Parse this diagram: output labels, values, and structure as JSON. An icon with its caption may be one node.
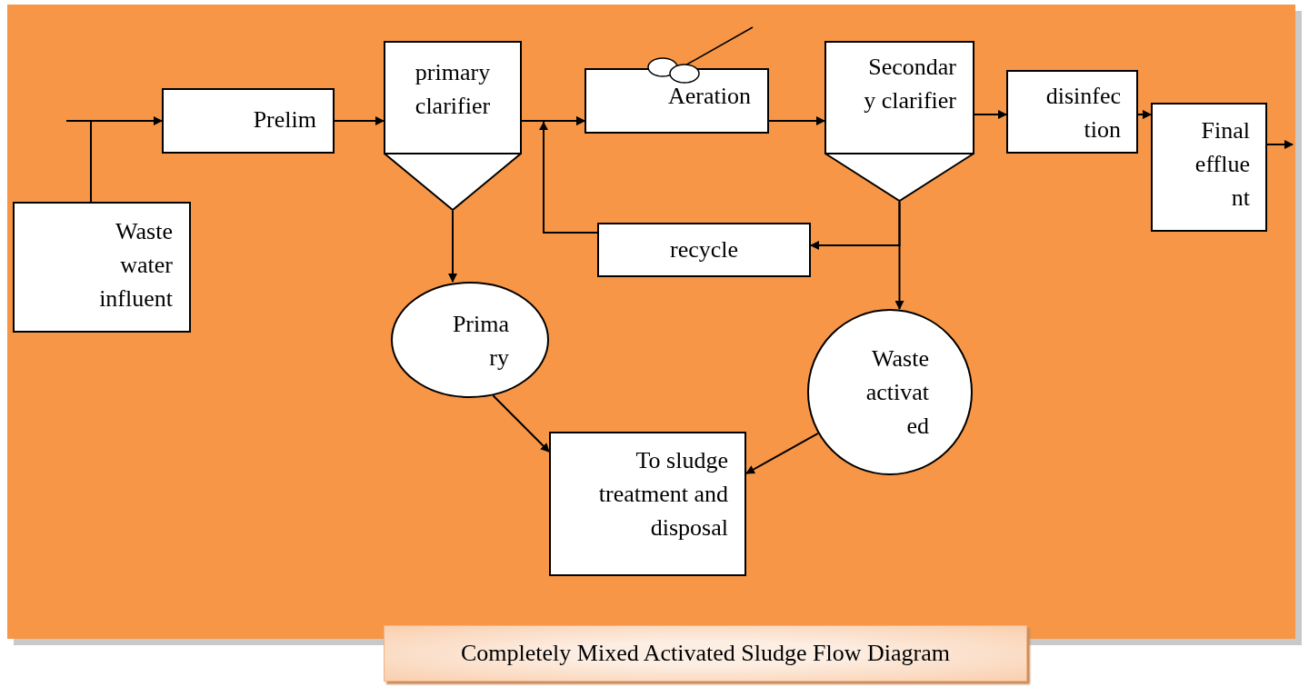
{
  "diagram": {
    "caption": "Completely Mixed Activated Sludge Flow Diagram",
    "nodes": [
      {
        "text": [
          "Waste water influent"
        ]
      },
      {
        "text": [
          "Prelim"
        ]
      },
      {
        "text": [
          "primary clarifier"
        ]
      },
      {
        "text": [
          "Aeration"
        ]
      },
      {
        "text": [
          "Secondar y clarifier"
        ]
      },
      {
        "text": [
          "disinfec tion"
        ]
      },
      {
        "text": [
          "Final efflue nt"
        ]
      },
      {
        "text": [
          "recycle"
        ]
      },
      {
        "text": [
          "Prima ry"
        ]
      },
      {
        "text": [
          "Waste activat ed"
        ]
      },
      {
        "text": [
          "To sludge treatment and disposal"
        ]
      }
    ],
    "edges": [
      {
        "from": 0,
        "to": 1,
        "arrow": "to"
      },
      {
        "from": 1,
        "to": 2,
        "arrow": "to"
      },
      {
        "from": 2,
        "to": 3,
        "arrow": "to"
      },
      {
        "from": 3,
        "to": 4,
        "arrow": "to"
      },
      {
        "from": 4,
        "to": 5,
        "arrow": "to"
      },
      {
        "from": 5,
        "to": 6,
        "arrow": "to"
      },
      {
        "from": 6,
        "to": null,
        "arrow": "to"
      },
      {
        "from": 2,
        "to": 8,
        "arrow": "to"
      },
      {
        "from": 4,
        "to": 7,
        "arrow": "to"
      },
      {
        "from": 4,
        "to": 9,
        "arrow": "to"
      },
      {
        "from": 7,
        "to": 3,
        "arrow": "to"
      },
      {
        "from": 8,
        "to": 10,
        "arrow": "to"
      },
      {
        "from": 9,
        "to": 10,
        "arrow": "to"
      }
    ]
  }
}
